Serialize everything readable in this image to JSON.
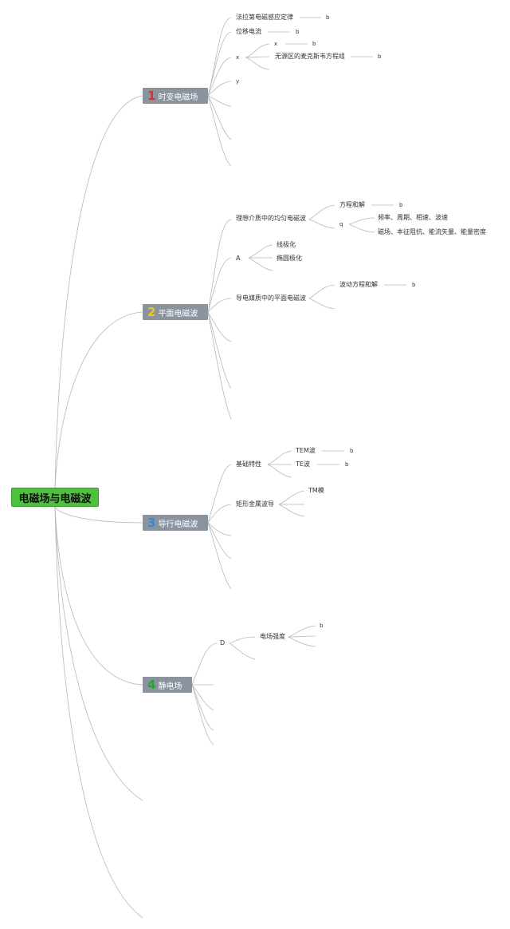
{
  "root": {
    "title": "电磁场与电磁波"
  },
  "accents": {
    "root_bg": "#4ebf3f",
    "topic_bg": "#8a949f",
    "n1": "#d9302c",
    "n2": "#f2c31d",
    "n3": "#3a86d6",
    "n4": "#2e9e3a",
    "line": "#b8b8b8"
  },
  "topics": [
    {
      "num": "1",
      "label": "时变电磁场"
    },
    {
      "num": "2",
      "label": "平面电磁波"
    },
    {
      "num": "3",
      "label": "导行电磁波"
    },
    {
      "num": "4",
      "label": "静电场"
    }
  ],
  "t1": {
    "faraday": "法拉第电磁感应定律",
    "faraday_b": "b",
    "displacement": "位移电流",
    "displacement_b": "b",
    "x": "x",
    "x_x": "x",
    "x_x_b": "b",
    "maxwell": "无源区的麦克斯韦方程组",
    "maxwell_b": "b",
    "y": "y"
  },
  "t2": {
    "ideal": "理想介质中的均匀电磁波",
    "eq": "方程和解",
    "eq_b": "b",
    "q": "q",
    "q1": "频率、周期、相速、波速",
    "q2": "磁场、本征阻抗、能流矢量、能量密度",
    "A": "A",
    "linear": "线极化",
    "elliptic": "椭圆极化",
    "conductive": "导电媒质中的平面电磁波",
    "wave": "波动方程和解",
    "wave_b": "b"
  },
  "t3": {
    "basic": "基础特性",
    "tem": "TEM波",
    "tem_b": "b",
    "te": "TE波",
    "te_b": "b",
    "rect": "矩形金属波导",
    "tm": "TM模"
  },
  "t4": {
    "D": "D",
    "field": "电场强度",
    "field_b": "b"
  }
}
